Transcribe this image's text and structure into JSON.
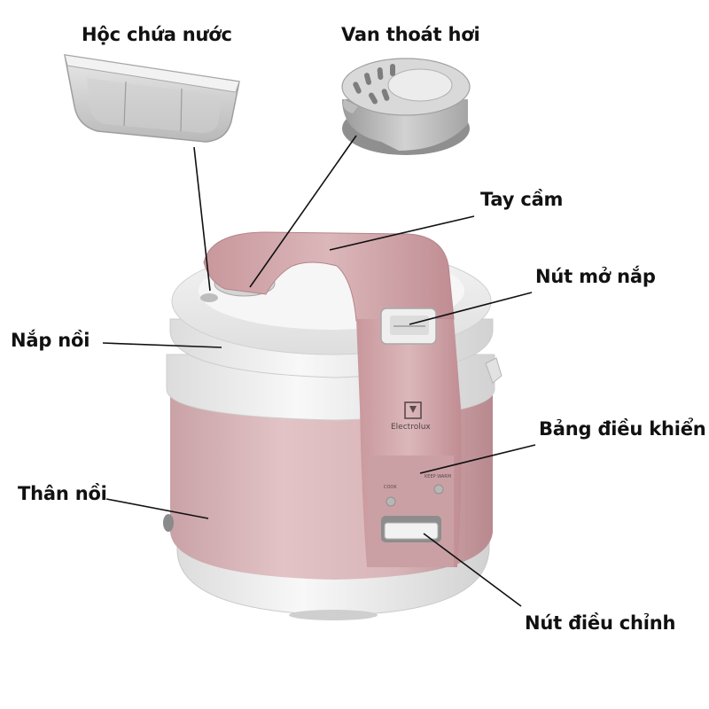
{
  "labels": {
    "water_box": "Hộc chứa nước",
    "steam_valve": "Van thoát hơi",
    "handle": "Tay cầm",
    "lid_open_button": "Nút mở nắp",
    "lid": "Nắp nồi",
    "control_panel": "Bảng điều khiển",
    "body": "Thân nồi",
    "control_knob": "Nút điều chỉnh"
  },
  "brand": {
    "name": "Electrolux"
  },
  "panel": {
    "cook": "COOK",
    "keep_warm": "KEEP WARM"
  },
  "colors": {
    "pink": "#d9b2b5",
    "pink_dark": "#c89a9f",
    "white_shell": "#eeeeee",
    "grey_part": "#b8b8b8",
    "leader_line": "#111111"
  }
}
